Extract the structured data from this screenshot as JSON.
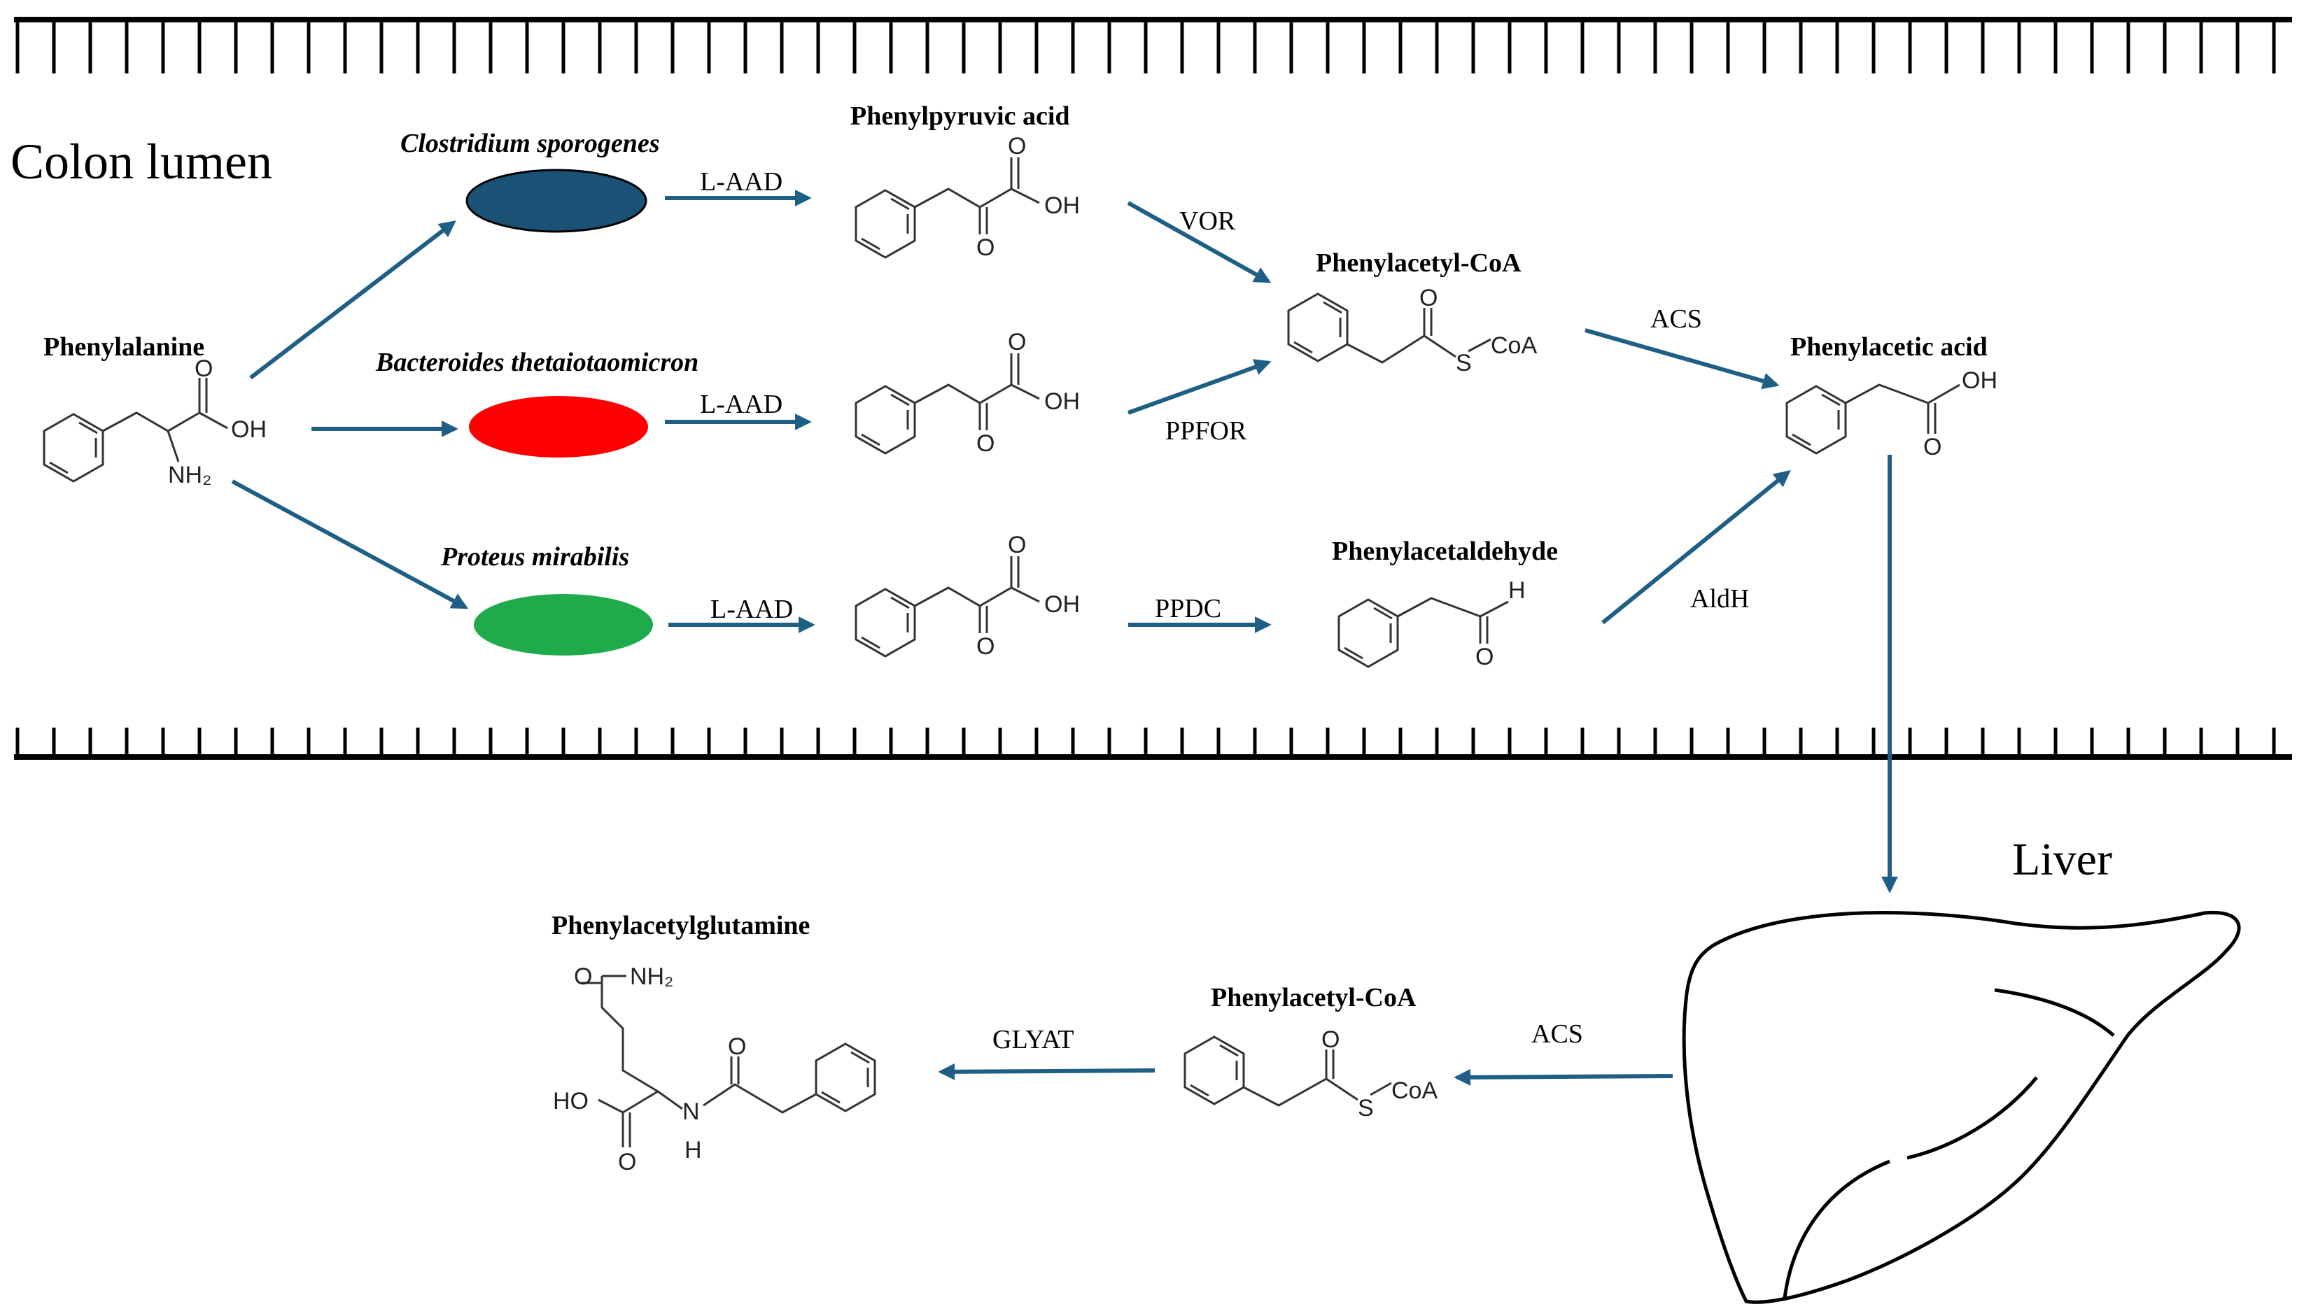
{
  "regions": {
    "colon_lumen": "Colon lumen",
    "liver": "Liver"
  },
  "bacteria": [
    {
      "name": "Clostridium sporogenes",
      "color": "#1a5276"
    },
    {
      "name": "Bacteroides thetaiotaomicron",
      "color": "#ff0000"
    },
    {
      "name": "Proteus mirabilis",
      "color": "#1faa4c"
    }
  ],
  "compounds": {
    "phenylalanine": "Phenylalanine",
    "phenylpyruvic_acid": "Phenylpyruvic acid",
    "phenylacetyl_coa": "Phenylacetyl-CoA",
    "phenylacetic_acid": "Phenylacetic acid",
    "phenylacetaldehyde": "Phenylacetaldehyde",
    "phenylacetyl_coa_liver": "Phenylacetyl-CoA",
    "phenylacetylglutamine": "Phenylacetylglutamine"
  },
  "enzymes": {
    "laad_1": "L-AAD",
    "laad_2": "L-AAD",
    "laad_3": "L-AAD",
    "vor": "VOR",
    "ppfor": "PPFOR",
    "ppdc": "PPDC",
    "acs_1": "ACS",
    "aldh": "AldH",
    "acs_2": "ACS",
    "glyat": "GLYAT"
  },
  "atoms": {
    "oh": "OH",
    "o": "O",
    "nh2": "NH₂",
    "s": "S",
    "coa": "CoA",
    "h": "H",
    "ho": "HO",
    "n": "N"
  },
  "colors": {
    "arrow": "#1f5f86",
    "membrane": "#000000"
  }
}
